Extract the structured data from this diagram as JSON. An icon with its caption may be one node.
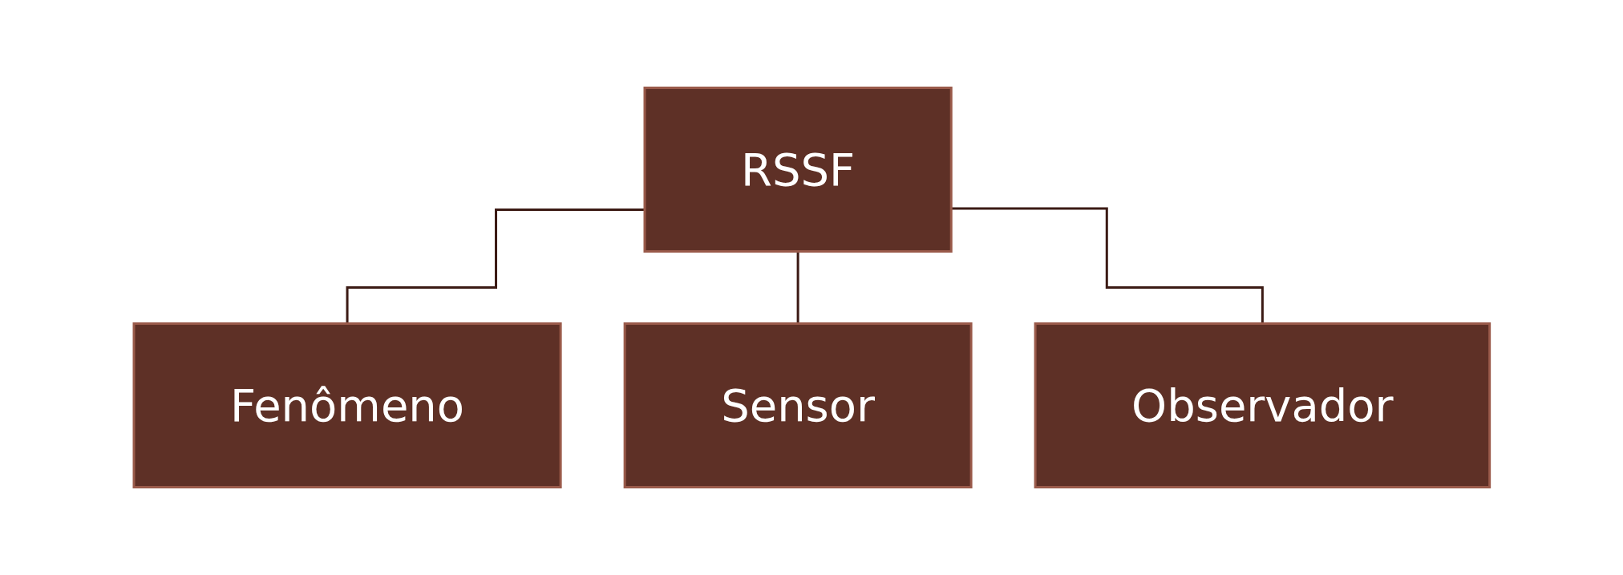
{
  "diagram": {
    "nodes": [
      {
        "text": [
          "RSSF"
        ]
      },
      {
        "text": [
          "Fenômeno"
        ]
      },
      {
        "text": [
          "Sensor"
        ]
      },
      {
        "text": [
          "Observador"
        ]
      }
    ],
    "edges": [
      {
        "from": 0,
        "to": 1,
        "arrow": "none"
      },
      {
        "from": 0,
        "to": 2,
        "arrow": "none"
      },
      {
        "from": 0,
        "to": 3,
        "arrow": "none"
      }
    ]
  }
}
